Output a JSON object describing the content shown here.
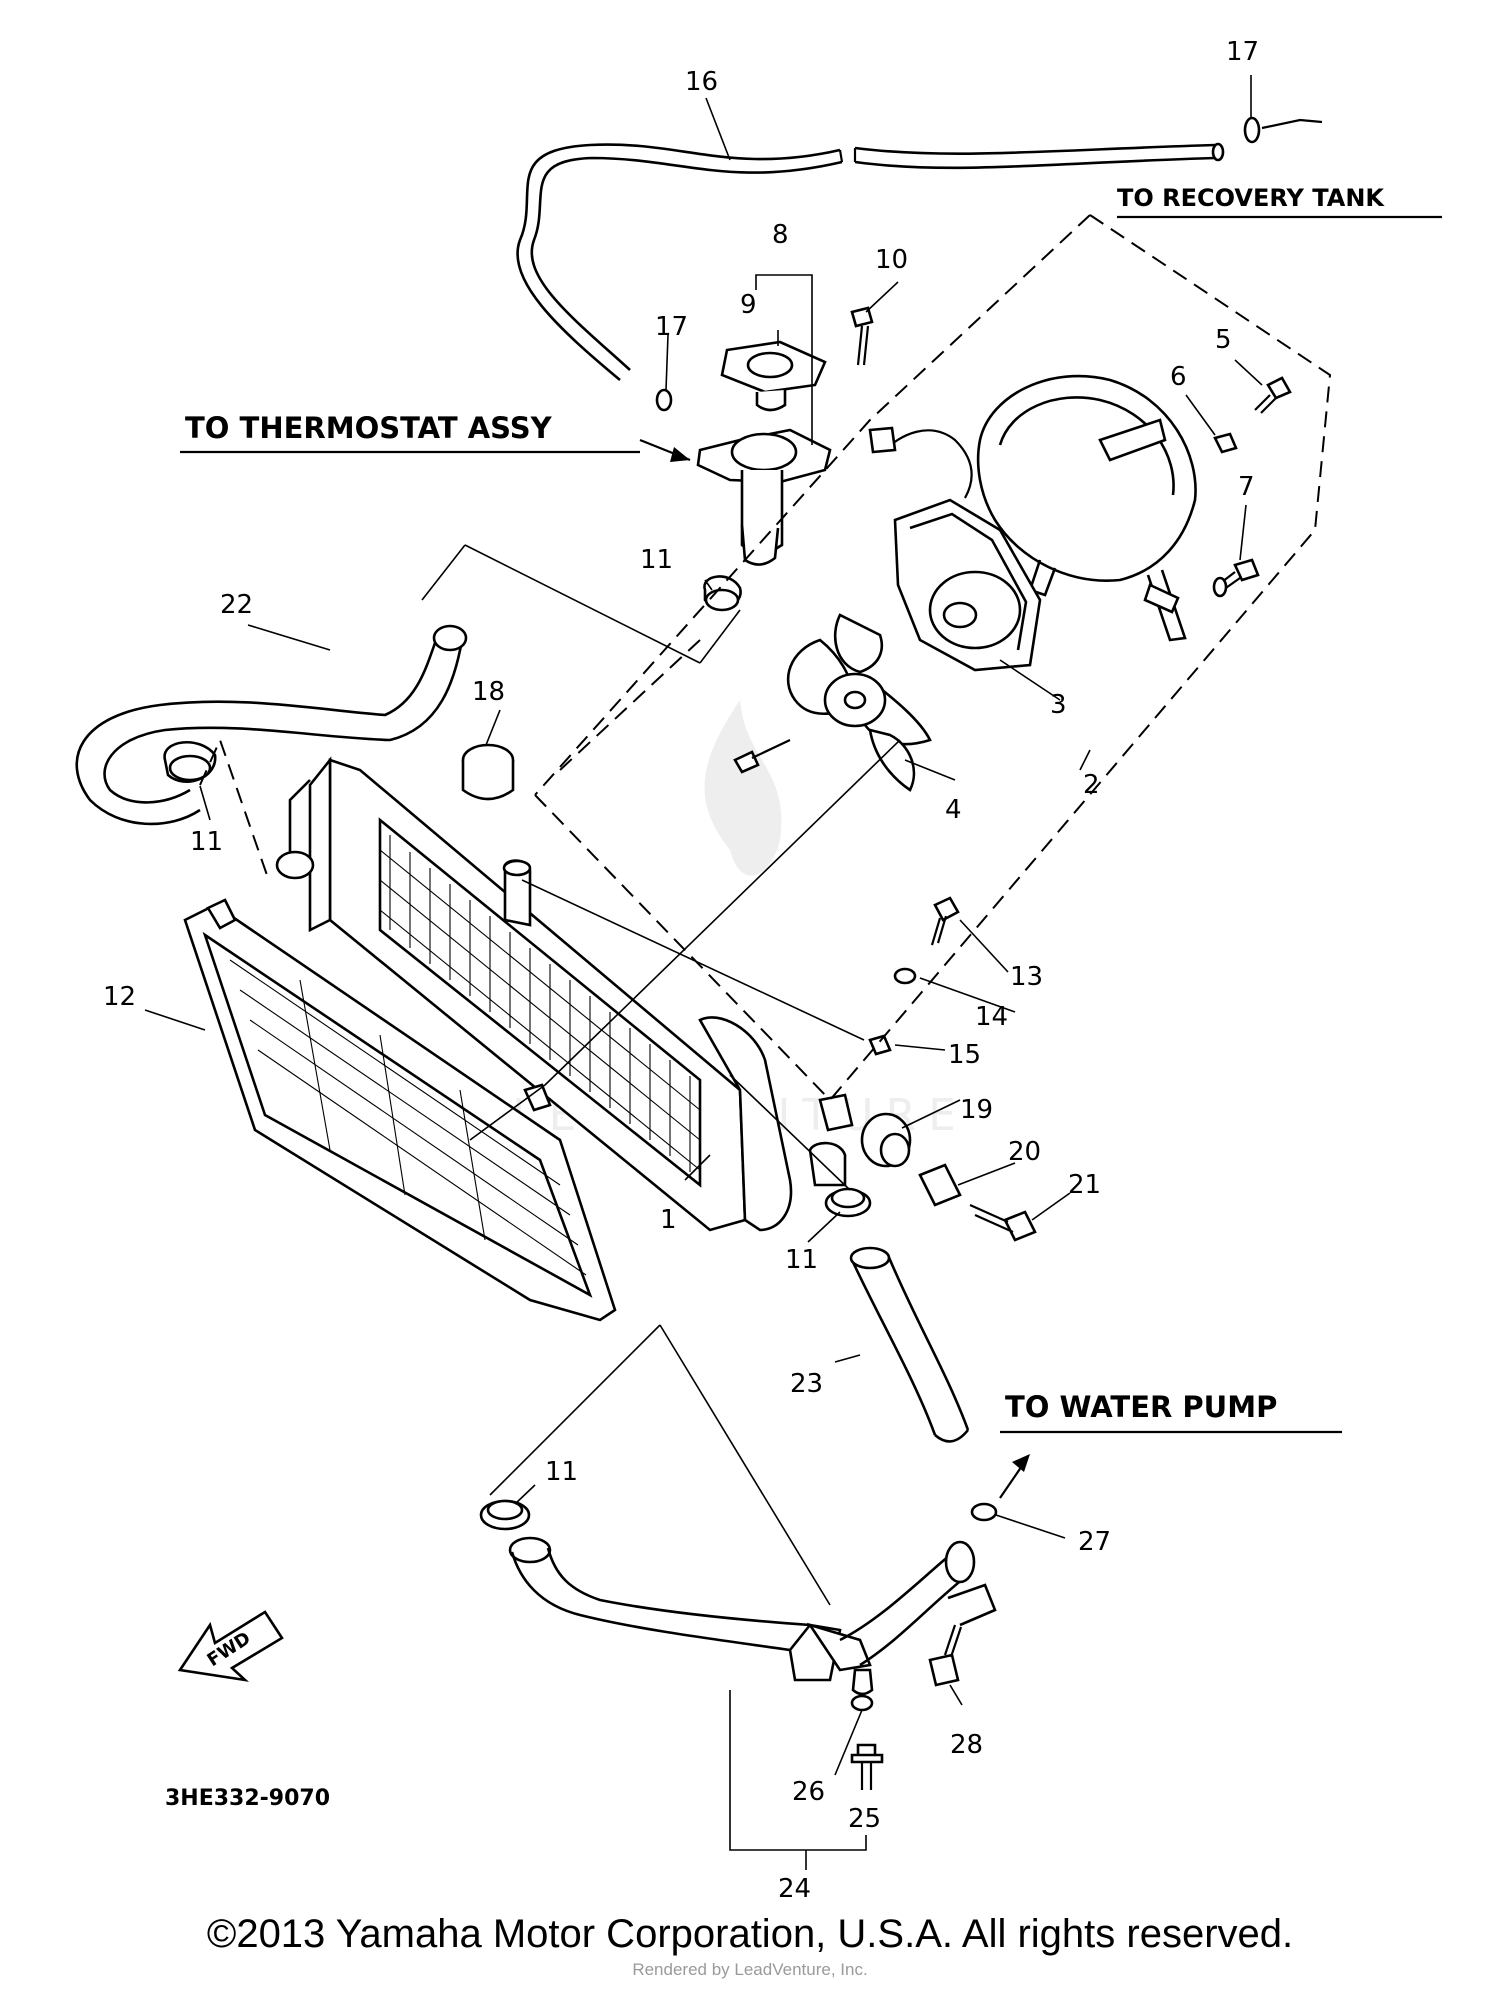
{
  "labels": {
    "to_recovery_tank": "TO RECOVERY TANK",
    "to_thermostat_assy": "TO THERMOSTAT ASSY",
    "to_water_pump": "TO WATER PUMP",
    "fwd": "FWD",
    "diagram_code": "3HE332-9070"
  },
  "callouts": [
    "1",
    "2",
    "3",
    "4",
    "5",
    "6",
    "7",
    "8",
    "9",
    "10",
    "11",
    "12",
    "13",
    "14",
    "15",
    "16",
    "17",
    "18",
    "19",
    "20",
    "21",
    "22",
    "23",
    "24",
    "25",
    "26",
    "27",
    "28"
  ],
  "footer": {
    "copyright": "©2013 Yamaha Motor Corporation, U.S.A. All rights reserved.",
    "render_note": "Rendered by LeadVenture, Inc."
  },
  "watermark": "LEADVENTURE"
}
